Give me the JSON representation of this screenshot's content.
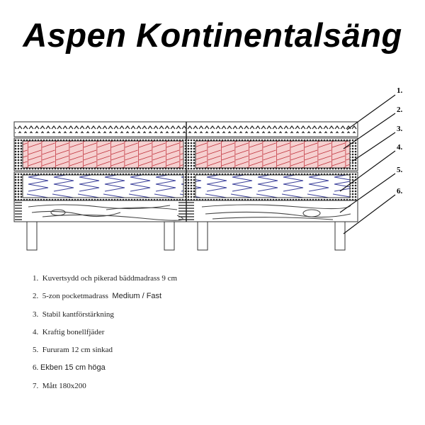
{
  "title": "Aspen Kontinentalsäng",
  "callouts": [
    "1.",
    "2.",
    "3.",
    "4.",
    "5.",
    "6."
  ],
  "colors": {
    "pocket_springs": "#c0303a",
    "pocket_fill": "#f6d0d0",
    "bonell_springs": "#3a3f9a"
  },
  "list": [
    {
      "num": "1.",
      "text": "Kuvertsydd och pikerad bäddmadrass 9 cm",
      "extra": ""
    },
    {
      "num": "2.",
      "text": "5-zon pocketmadrass",
      "extra": "Medium / Fast"
    },
    {
      "num": "3.",
      "text": "Stabil kantförstärkning",
      "extra": ""
    },
    {
      "num": "4.",
      "text": "Kraftig bonellfjäder",
      "extra": ""
    },
    {
      "num": "5.",
      "text": "Fururam 12 cm sinkad",
      "extra": ""
    },
    {
      "num": "6.",
      "text": "",
      "extra": "Ekben 15 cm höga"
    },
    {
      "num": "7.",
      "text": "Mått 180x200",
      "extra": ""
    }
  ]
}
